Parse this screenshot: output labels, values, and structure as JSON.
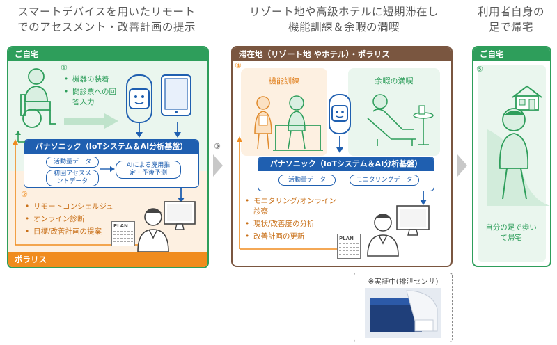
{
  "headings": {
    "col1": [
      "スマートデバイスを用いたリモート",
      "でのアセスメント・改善計画の提示"
    ],
    "col2": [
      "リゾート地や高級ホテルに短期滞在し",
      "機能訓練＆余暇の満喫"
    ],
    "col3": [
      "利用者自身の",
      "足で帰宅"
    ]
  },
  "panel1": {
    "title": "ご自宅",
    "step1": "①",
    "bullets": [
      "機器の装着",
      "問診票への回答入力"
    ],
    "step2": "②",
    "bullets2": [
      "リモートコンシェルジュ",
      "オンライン診断",
      "目標/改善計画の提案"
    ],
    "footer": "ポラリス"
  },
  "pana1": {
    "title": "パナソニック（IoTシステム＆AI分析基盤）",
    "pill1": "活動量データ",
    "pill2": "初回アセスメントデータ",
    "pill3": "AIによる廃用推定・予後予測"
  },
  "step3": "③",
  "panel2": {
    "title": "滞在地（リゾート地 やホテル）・ポラリス",
    "step4": "④",
    "sub1": "機能訓練",
    "sub2": "余暇の満喫",
    "bullets": [
      "モニタリング/オンライン診察",
      "現状/改善度の分析",
      "改善計画の更新"
    ]
  },
  "pana2": {
    "title": "パナソニック（IoTシステム＆AI分析基盤）",
    "pill1": "活動量データ",
    "pill2": "モニタリングデータ"
  },
  "plan_label": "PLAN",
  "panel3": {
    "title": "ご自宅",
    "step5": "⑤",
    "caption": "自分の足で歩いて帰宅"
  },
  "demo": {
    "label": "※実証中(排泄センサ)"
  },
  "colors": {
    "green": "#2e9e5b",
    "orange": "#f08c1e",
    "brown": "#7a5640",
    "blue": "#1f5fb0"
  }
}
